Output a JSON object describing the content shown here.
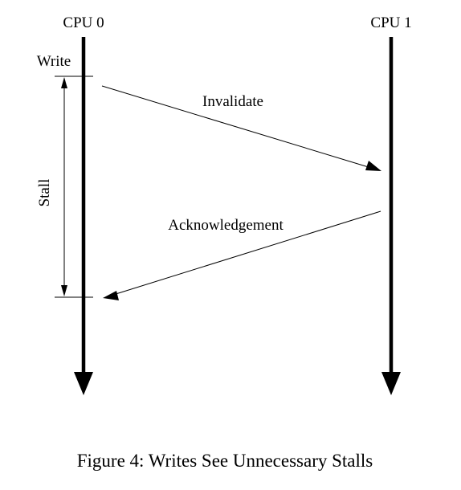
{
  "cpus": [
    {
      "label": "CPU 0"
    },
    {
      "label": "CPU 1"
    }
  ],
  "events": {
    "write_label": "Write",
    "stall_label": "Stall"
  },
  "messages": [
    {
      "label": "Invalidate",
      "from": "CPU 0",
      "to": "CPU 1"
    },
    {
      "label": "Acknowledgement",
      "from": "CPU 1",
      "to": "CPU 0"
    }
  ],
  "caption": "Figure 4: Writes See Unnecessary Stalls"
}
